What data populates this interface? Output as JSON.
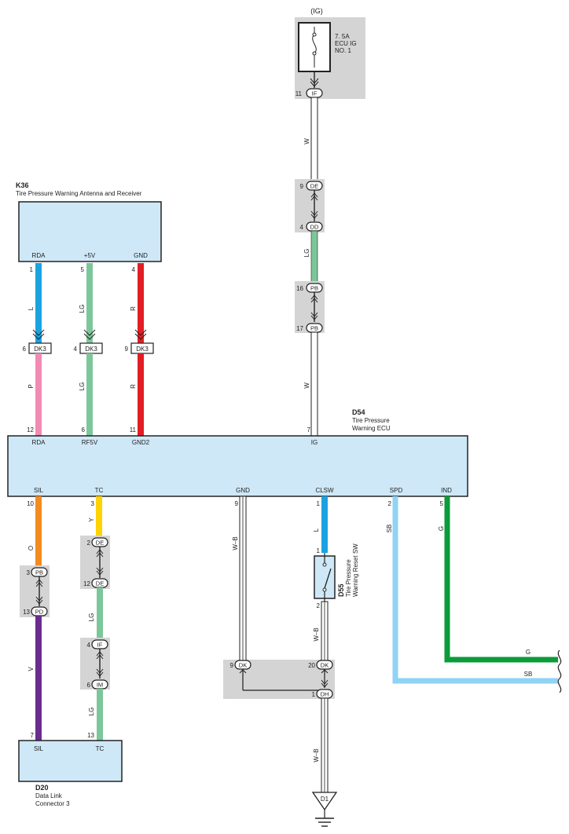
{
  "colors": {
    "L": "#1aa3e0",
    "LG": "#7cc79a",
    "R": "#e31d24",
    "P": "#f28ab4",
    "O": "#f28b20",
    "Y": "#ffd200",
    "V": "#6a2d8e",
    "G": "#0c9b3a",
    "SB": "#8fd3f5",
    "W": "#ffffff",
    "WB": "#ffffff",
    "box": "#cfe8f7",
    "gray": "#d4d4d4"
  },
  "fuse": {
    "ig_label": "(IG)",
    "rating": "7. 5A",
    "name1": "ECU IG",
    "name2": "NO. 1",
    "pin": "11",
    "conn": "IF"
  },
  "ig_path": {
    "w1": "W",
    "de_pin": "9",
    "de_conn": "DE",
    "dd_pin": "4",
    "dd_conn": "DD",
    "lg": "LG",
    "pb1_pin": "16",
    "pb1_conn": "PB",
    "pb2_pin": "17",
    "pb2_conn": "PB",
    "w2": "W"
  },
  "k36": {
    "id": "K36",
    "name": "Tire Pressure Warning Antenna and Receiver",
    "pins": [
      {
        "label": "RDA",
        "num": "1",
        "wire": "L",
        "jpin": "6",
        "jconn": "DK3",
        "wire2": "P",
        "ecu_pin": "12",
        "ecu_label": "RDA"
      },
      {
        "label": "+5V",
        "num": "5",
        "wire": "LG",
        "jpin": "4",
        "jconn": "DK3",
        "wire2": "LG",
        "ecu_pin": "6",
        "ecu_label": "RF5V"
      },
      {
        "label": "GND",
        "num": "4",
        "wire": "R",
        "jpin": "9",
        "jconn": "DK3",
        "wire2": "R",
        "ecu_pin": "11",
        "ecu_label": "GND2"
      }
    ]
  },
  "d54": {
    "id": "D54",
    "name1": "Tire Pressure",
    "name2": "Warning ECU",
    "ig_pin": "7",
    "ig_label": "IG",
    "bottom": [
      {
        "label": "SIL",
        "num": "10",
        "wire": "O"
      },
      {
        "label": "TC",
        "num": "3",
        "wire": "Y"
      },
      {
        "label": "GND",
        "num": "9",
        "wire": "W–B"
      },
      {
        "label": "CLSW",
        "num": "1",
        "wire": "L"
      },
      {
        "label": "SPD",
        "num": "2",
        "wire": "SB"
      },
      {
        "label": "IND",
        "num": "5",
        "wire": "G"
      }
    ]
  },
  "sil_path": {
    "pb_pin": "3",
    "pb_conn": "PB",
    "pd_pin": "13",
    "pd_conn": "PD",
    "wire": "V"
  },
  "tc_path": {
    "de1_pin": "2",
    "de1_conn": "DE",
    "de2_pin": "12",
    "de2_conn": "DE",
    "lg1": "LG",
    "if_pin": "4",
    "if_conn": "IF",
    "im_pin": "6",
    "im_conn": "IM",
    "lg2": "LG"
  },
  "d20": {
    "id": "D20",
    "name1": "Data Link",
    "name2": "Connector 3",
    "sil_pin": "7",
    "sil_label": "SIL",
    "tc_pin": "13",
    "tc_label": "TC"
  },
  "d55": {
    "id": "D55",
    "name1": "Tire Pressure",
    "name2": "Warning Reset SW",
    "pin_top": "1",
    "pin_bottom": "2",
    "wire_below": "W–B"
  },
  "ground": {
    "dk1_pin": "9",
    "dk1_conn": "DK",
    "dk2_pin": "20",
    "dk2_conn": "DK",
    "dh_pin": "1",
    "dh_conn": "DH",
    "wire": "W–B",
    "point": "D1"
  },
  "outputs": {
    "g_label": "G",
    "sb_label": "SB"
  }
}
